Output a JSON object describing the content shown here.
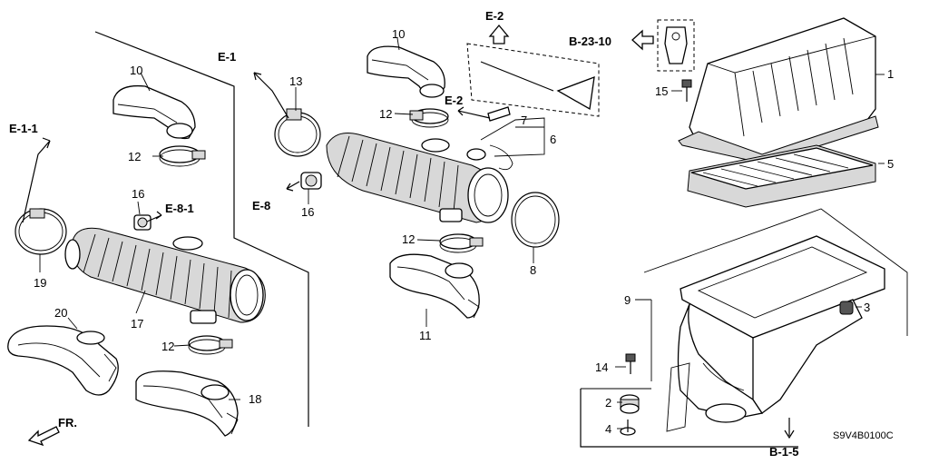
{
  "diagram": {
    "part_numbers": {
      "n1": "1",
      "n2": "2",
      "n3": "3",
      "n4": "4",
      "n5": "5",
      "n6": "6",
      "n7": "7",
      "n8": "8",
      "n9": "9",
      "n10a": "10",
      "n10b": "10",
      "n11": "11",
      "n12a": "12",
      "n12b": "12",
      "n12c": "12",
      "n12d": "12",
      "n13": "13",
      "n14": "14",
      "n15": "15",
      "n16a": "16",
      "n16b": "16",
      "n17": "17",
      "n18": "18",
      "n19": "19",
      "n20": "20"
    },
    "references": {
      "e1": "E-1",
      "e11": "E-1-1",
      "e2a": "E-2",
      "e2b": "E-2",
      "e8": "E-8",
      "e81": "E-8-1",
      "b2310": "B-23-10",
      "b15": "B-1-5",
      "fr": "FR."
    },
    "diagram_code": "S9V4B0100C"
  }
}
